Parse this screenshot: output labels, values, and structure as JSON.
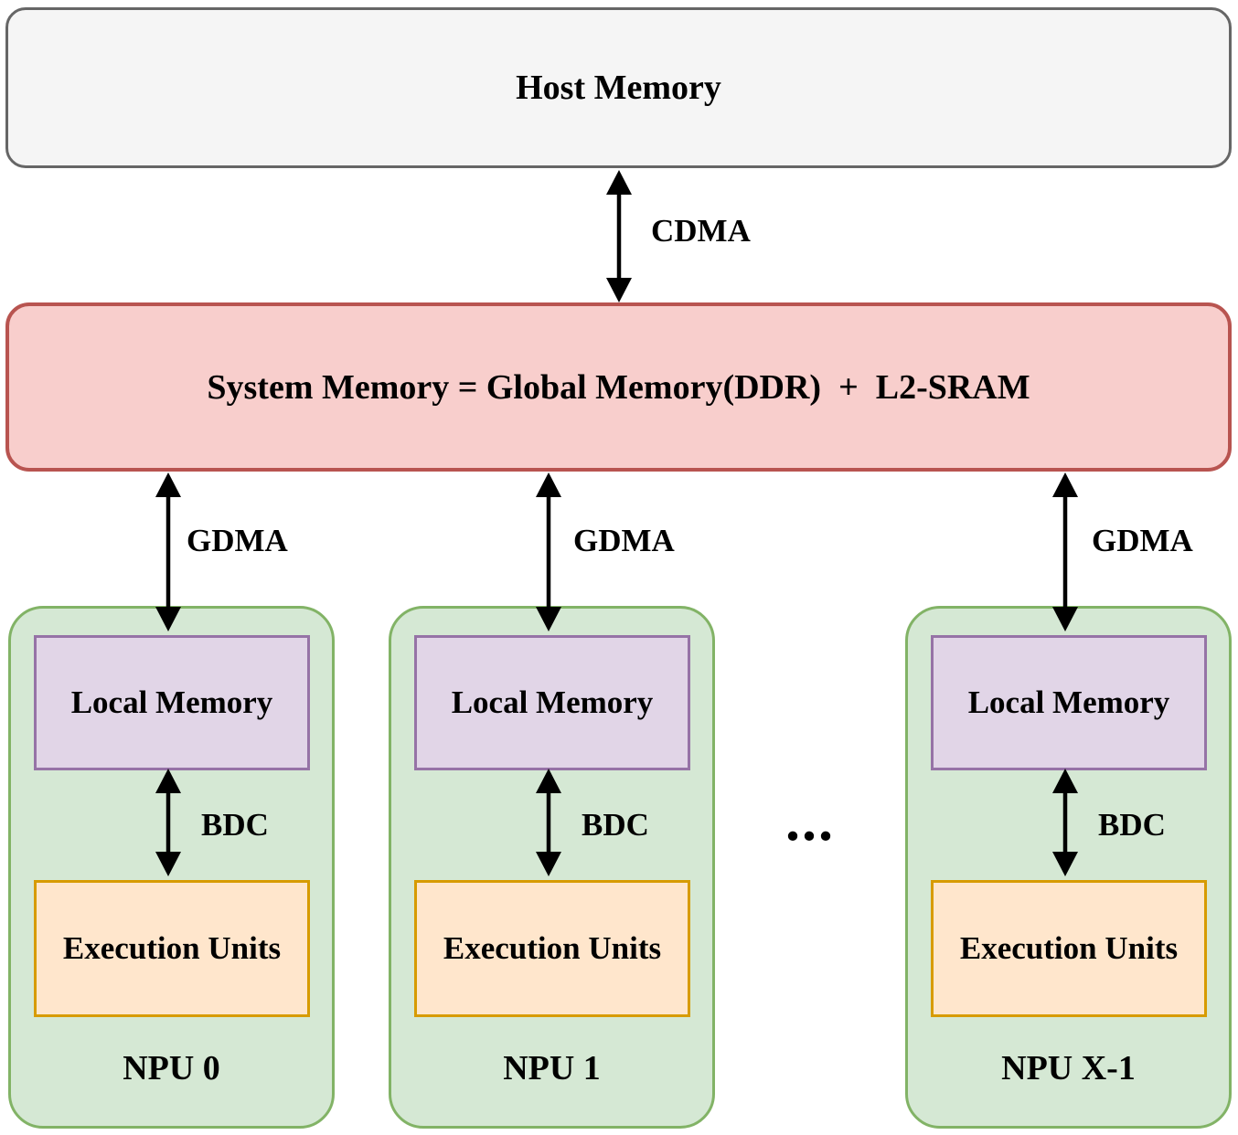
{
  "host": {
    "label": "Host Memory"
  },
  "system": {
    "label": "System Memory = Global Memory(DDR)  +  L2-SRAM"
  },
  "links": {
    "cdma": "CDMA",
    "gdma": "GDMA",
    "bdc": "BDC"
  },
  "inner": {
    "local_memory": "Local Memory",
    "execution_units": "Execution Units"
  },
  "npus": [
    {
      "name": "NPU 0"
    },
    {
      "name": "NPU 1"
    },
    {
      "name": "NPU X-1"
    }
  ],
  "ellipsis": "...",
  "colors": {
    "background": "#FFFFFF",
    "host_fill": "#F5F5F5",
    "host_border": "#666666",
    "system_fill": "#F8CECC",
    "system_border": "#B85450",
    "npu_fill": "#D5E8D4",
    "npu_border": "#82B366",
    "local_fill": "#E1D5E7",
    "local_border": "#9673A6",
    "exec_fill": "#FFE6CC",
    "exec_border": "#D79B00",
    "arrow": "#000000",
    "text": "#000000"
  }
}
